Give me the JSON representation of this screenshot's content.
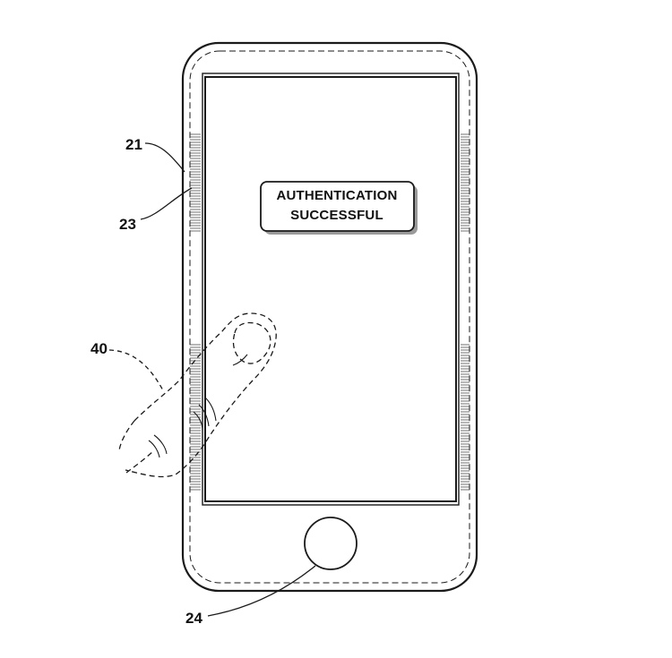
{
  "screen": {
    "message_line1": "AUTHENTICATION",
    "message_line2": "SUCCESSFUL"
  },
  "reference_labels": {
    "housing": "21",
    "side_sensor": "23",
    "finger": "40",
    "home_button": "24"
  },
  "colors": {
    "line": "#1a1a1a",
    "background": "#ffffff"
  },
  "icons": {
    "finger": "finger-outline-dashed",
    "home_button": "circle-button"
  }
}
